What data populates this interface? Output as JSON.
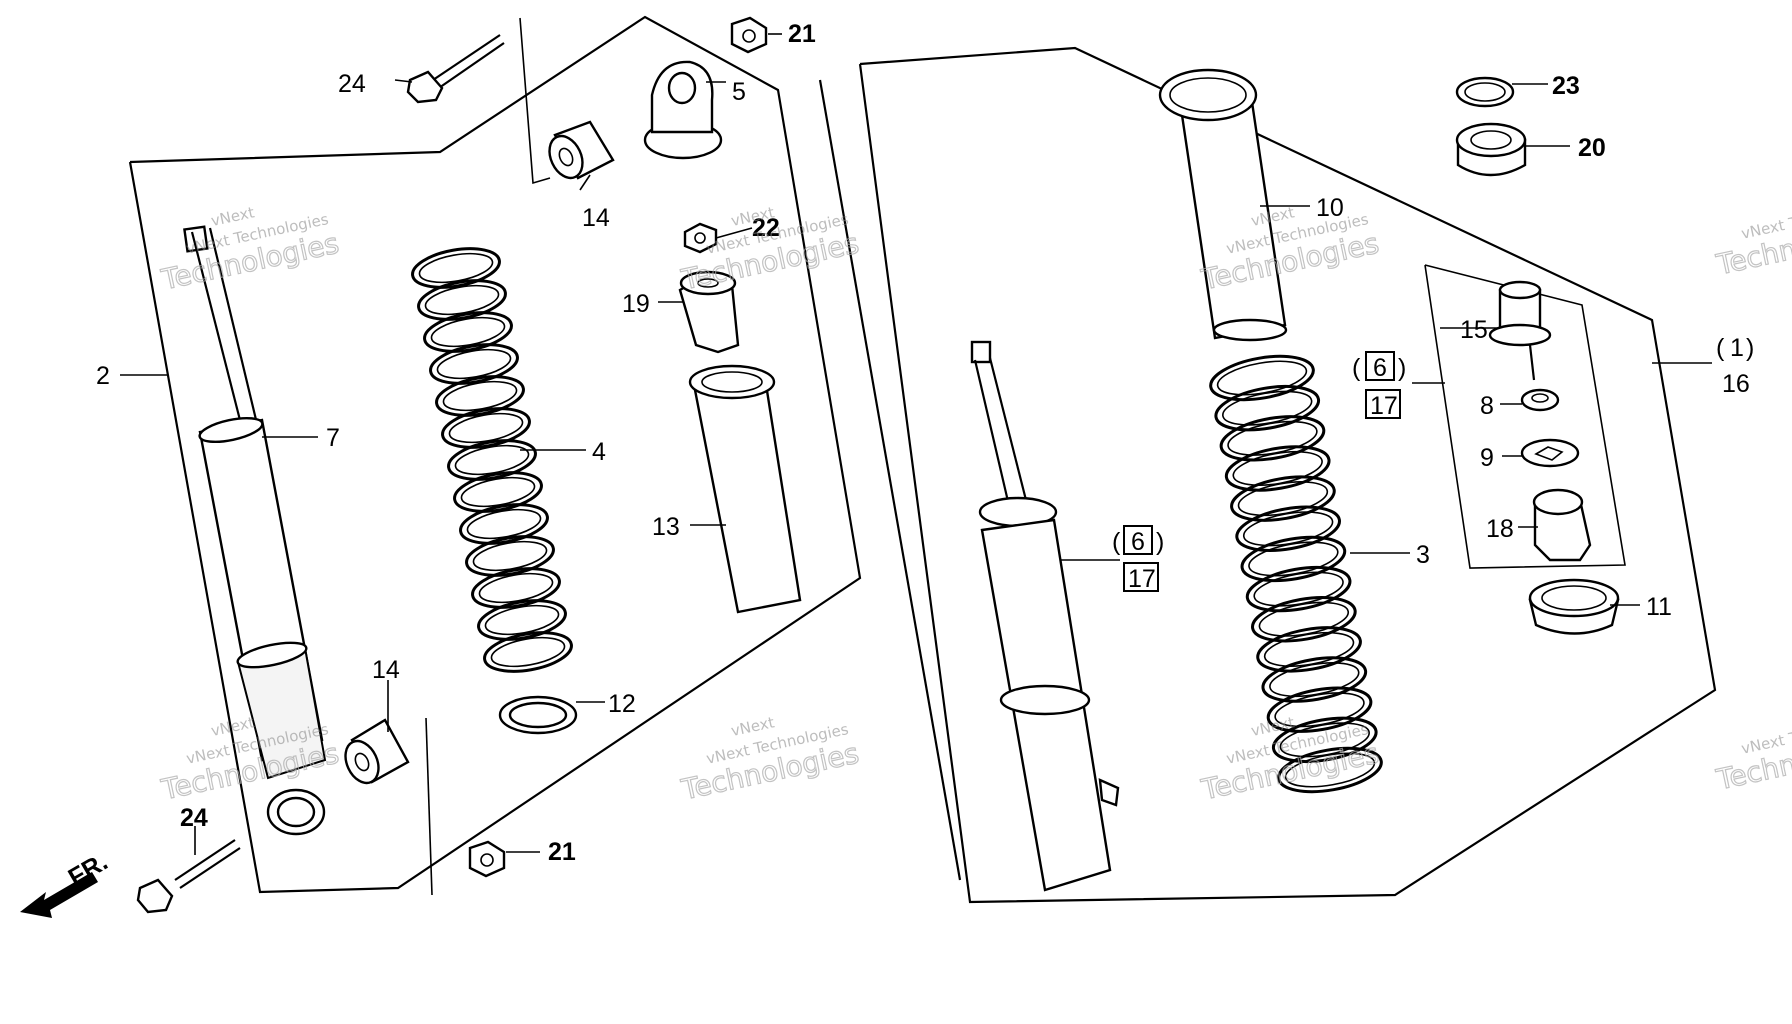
{
  "diagram": {
    "callouts": {
      "c1": "1",
      "c2": "2",
      "c3": "3",
      "c4": "4",
      "c5": "5",
      "c6a": "6",
      "c6b": "6",
      "c7": "7",
      "c8": "8",
      "c9": "9",
      "c10": "10",
      "c11": "11",
      "c12": "12",
      "c13": "13",
      "c14a": "14",
      "c14b": "14",
      "c15": "15",
      "c16": "16",
      "c17a": "17",
      "c17b": "17",
      "c18": "18",
      "c19": "19",
      "c20": "20",
      "c21a": "21",
      "c21b": "21",
      "c22": "22",
      "c23": "23",
      "c24a": "24",
      "c24b": "24"
    },
    "paren_open": "(",
    "paren_close": ")",
    "front_arrow_label": "FR.",
    "watermark_brand": "vNext",
    "watermark_line1": "vNext Technologies",
    "watermark_line2": "Technologies"
  }
}
